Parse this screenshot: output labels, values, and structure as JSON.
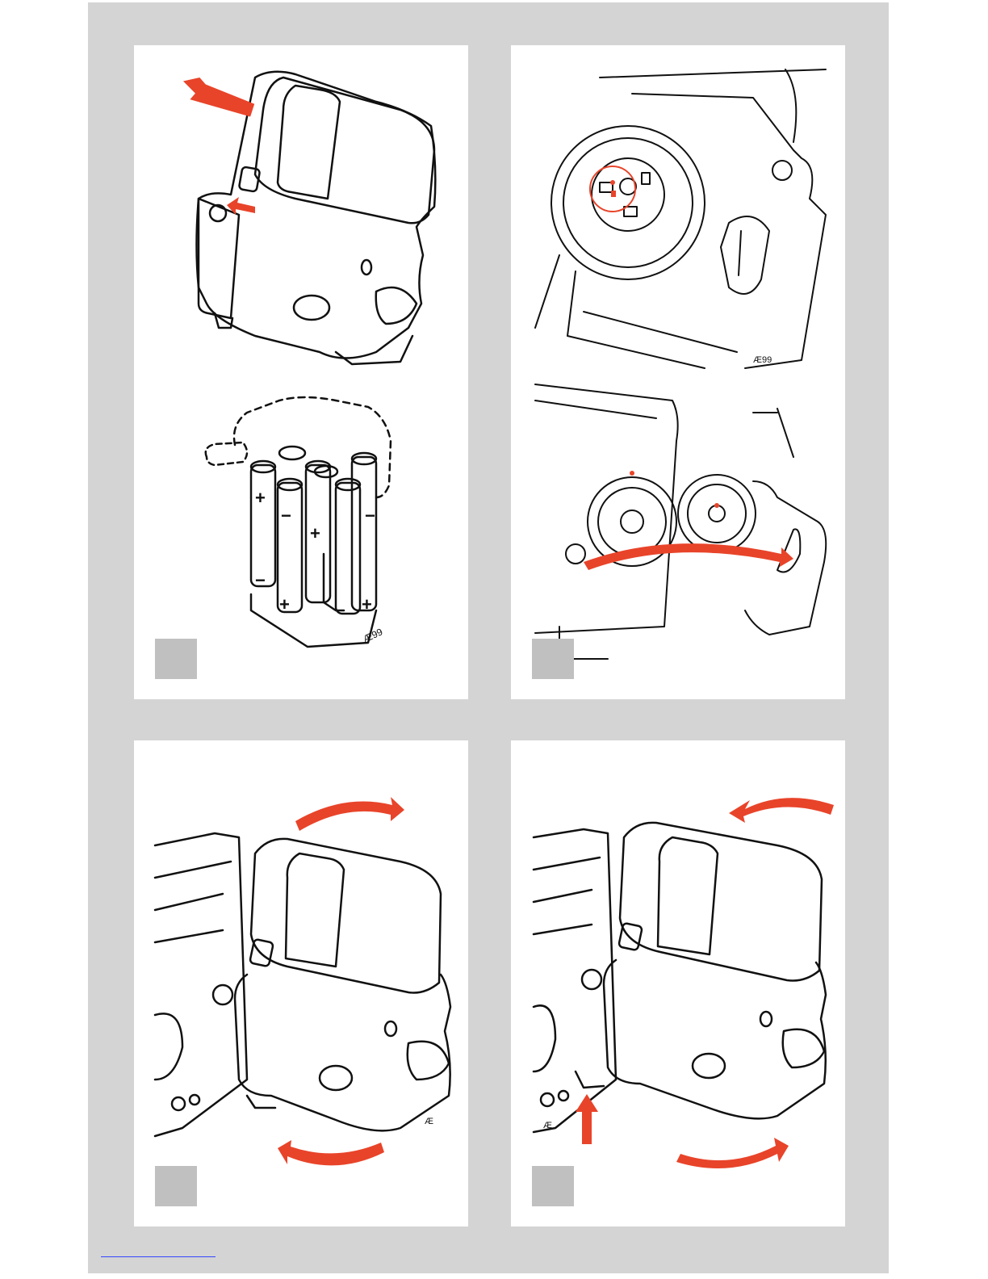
{
  "document": {
    "accent_color": "#e8442a",
    "line_color": "#111111",
    "badge_color": "#c0c0c0",
    "background_color": "#d4d4d4"
  },
  "panels": [
    {
      "signature": "Æ99"
    },
    {
      "signature": "Æ99"
    },
    {
      "signature": "Æ"
    },
    {
      "signature": "Æ"
    }
  ],
  "battery_labels": {
    "plus": "+",
    "minus": "−"
  },
  "footer": {
    "link_text": ""
  }
}
